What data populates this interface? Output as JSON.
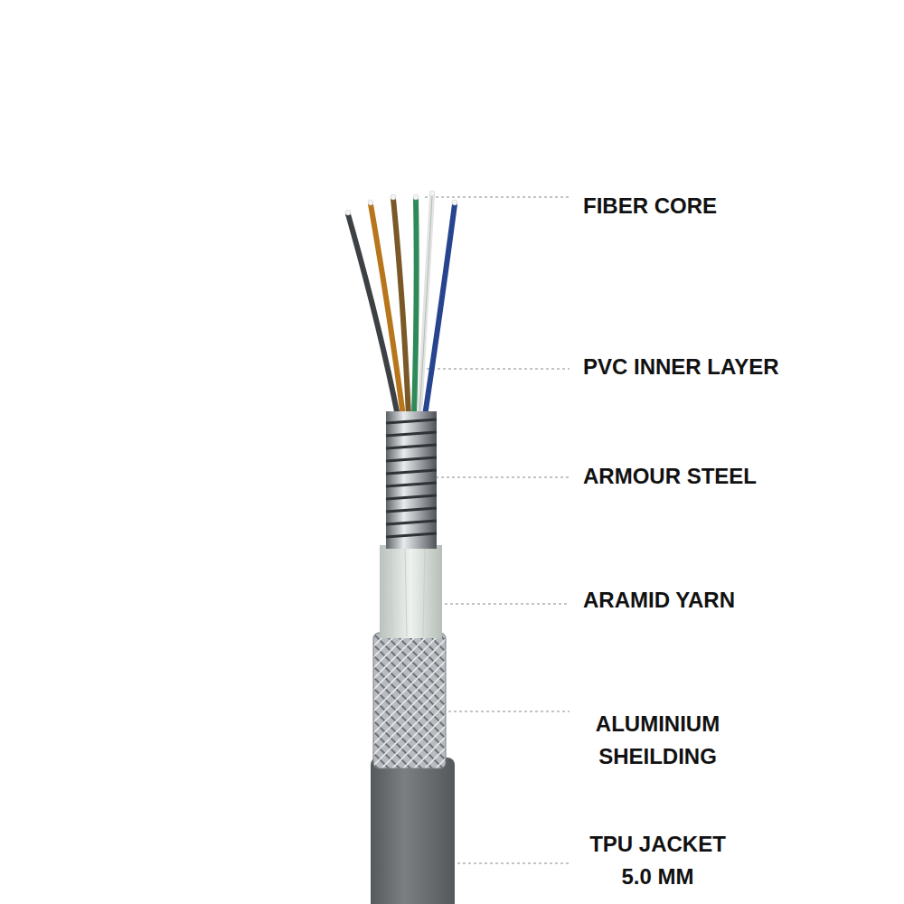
{
  "diagram": {
    "labels": [
      "FIBER CORE",
      "PVC INNER LAYER",
      "ARMOUR STEEL",
      "ARAMID YARN",
      "ALUMINIUM SHEILDING",
      "TPU JACKET 5.0 MM"
    ]
  }
}
